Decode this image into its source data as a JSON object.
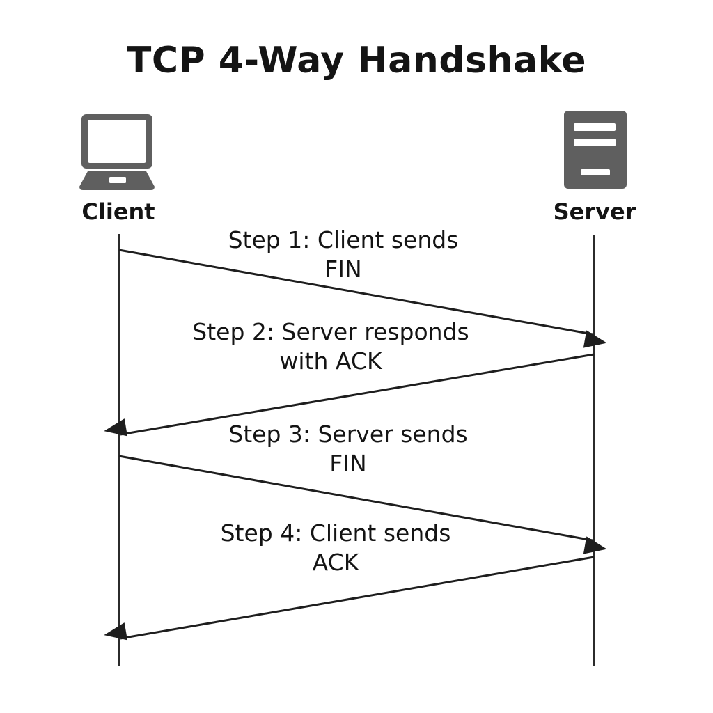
{
  "title": "TCP 4-Way Handshake",
  "colors": {
    "text": "#141414",
    "icon": "#5f5f5f",
    "line": "#1e1e1e"
  },
  "actors": {
    "client": {
      "label": "Client",
      "icon": "laptop-icon"
    },
    "server": {
      "label": "Server",
      "icon": "server-icon"
    }
  },
  "steps": [
    {
      "from": "client",
      "to": "server",
      "line1": "Step 1: Client sends",
      "line2": "FIN"
    },
    {
      "from": "server",
      "to": "client",
      "line1": "Step 2: Server responds",
      "line2": "with ACK"
    },
    {
      "from": "client",
      "to": "server",
      "line1": "Step 3: Server sends",
      "line2": "FIN"
    },
    {
      "from": "server",
      "to": "client",
      "line1": "Step 4: Client sends",
      "line2": "ACK"
    }
  ]
}
